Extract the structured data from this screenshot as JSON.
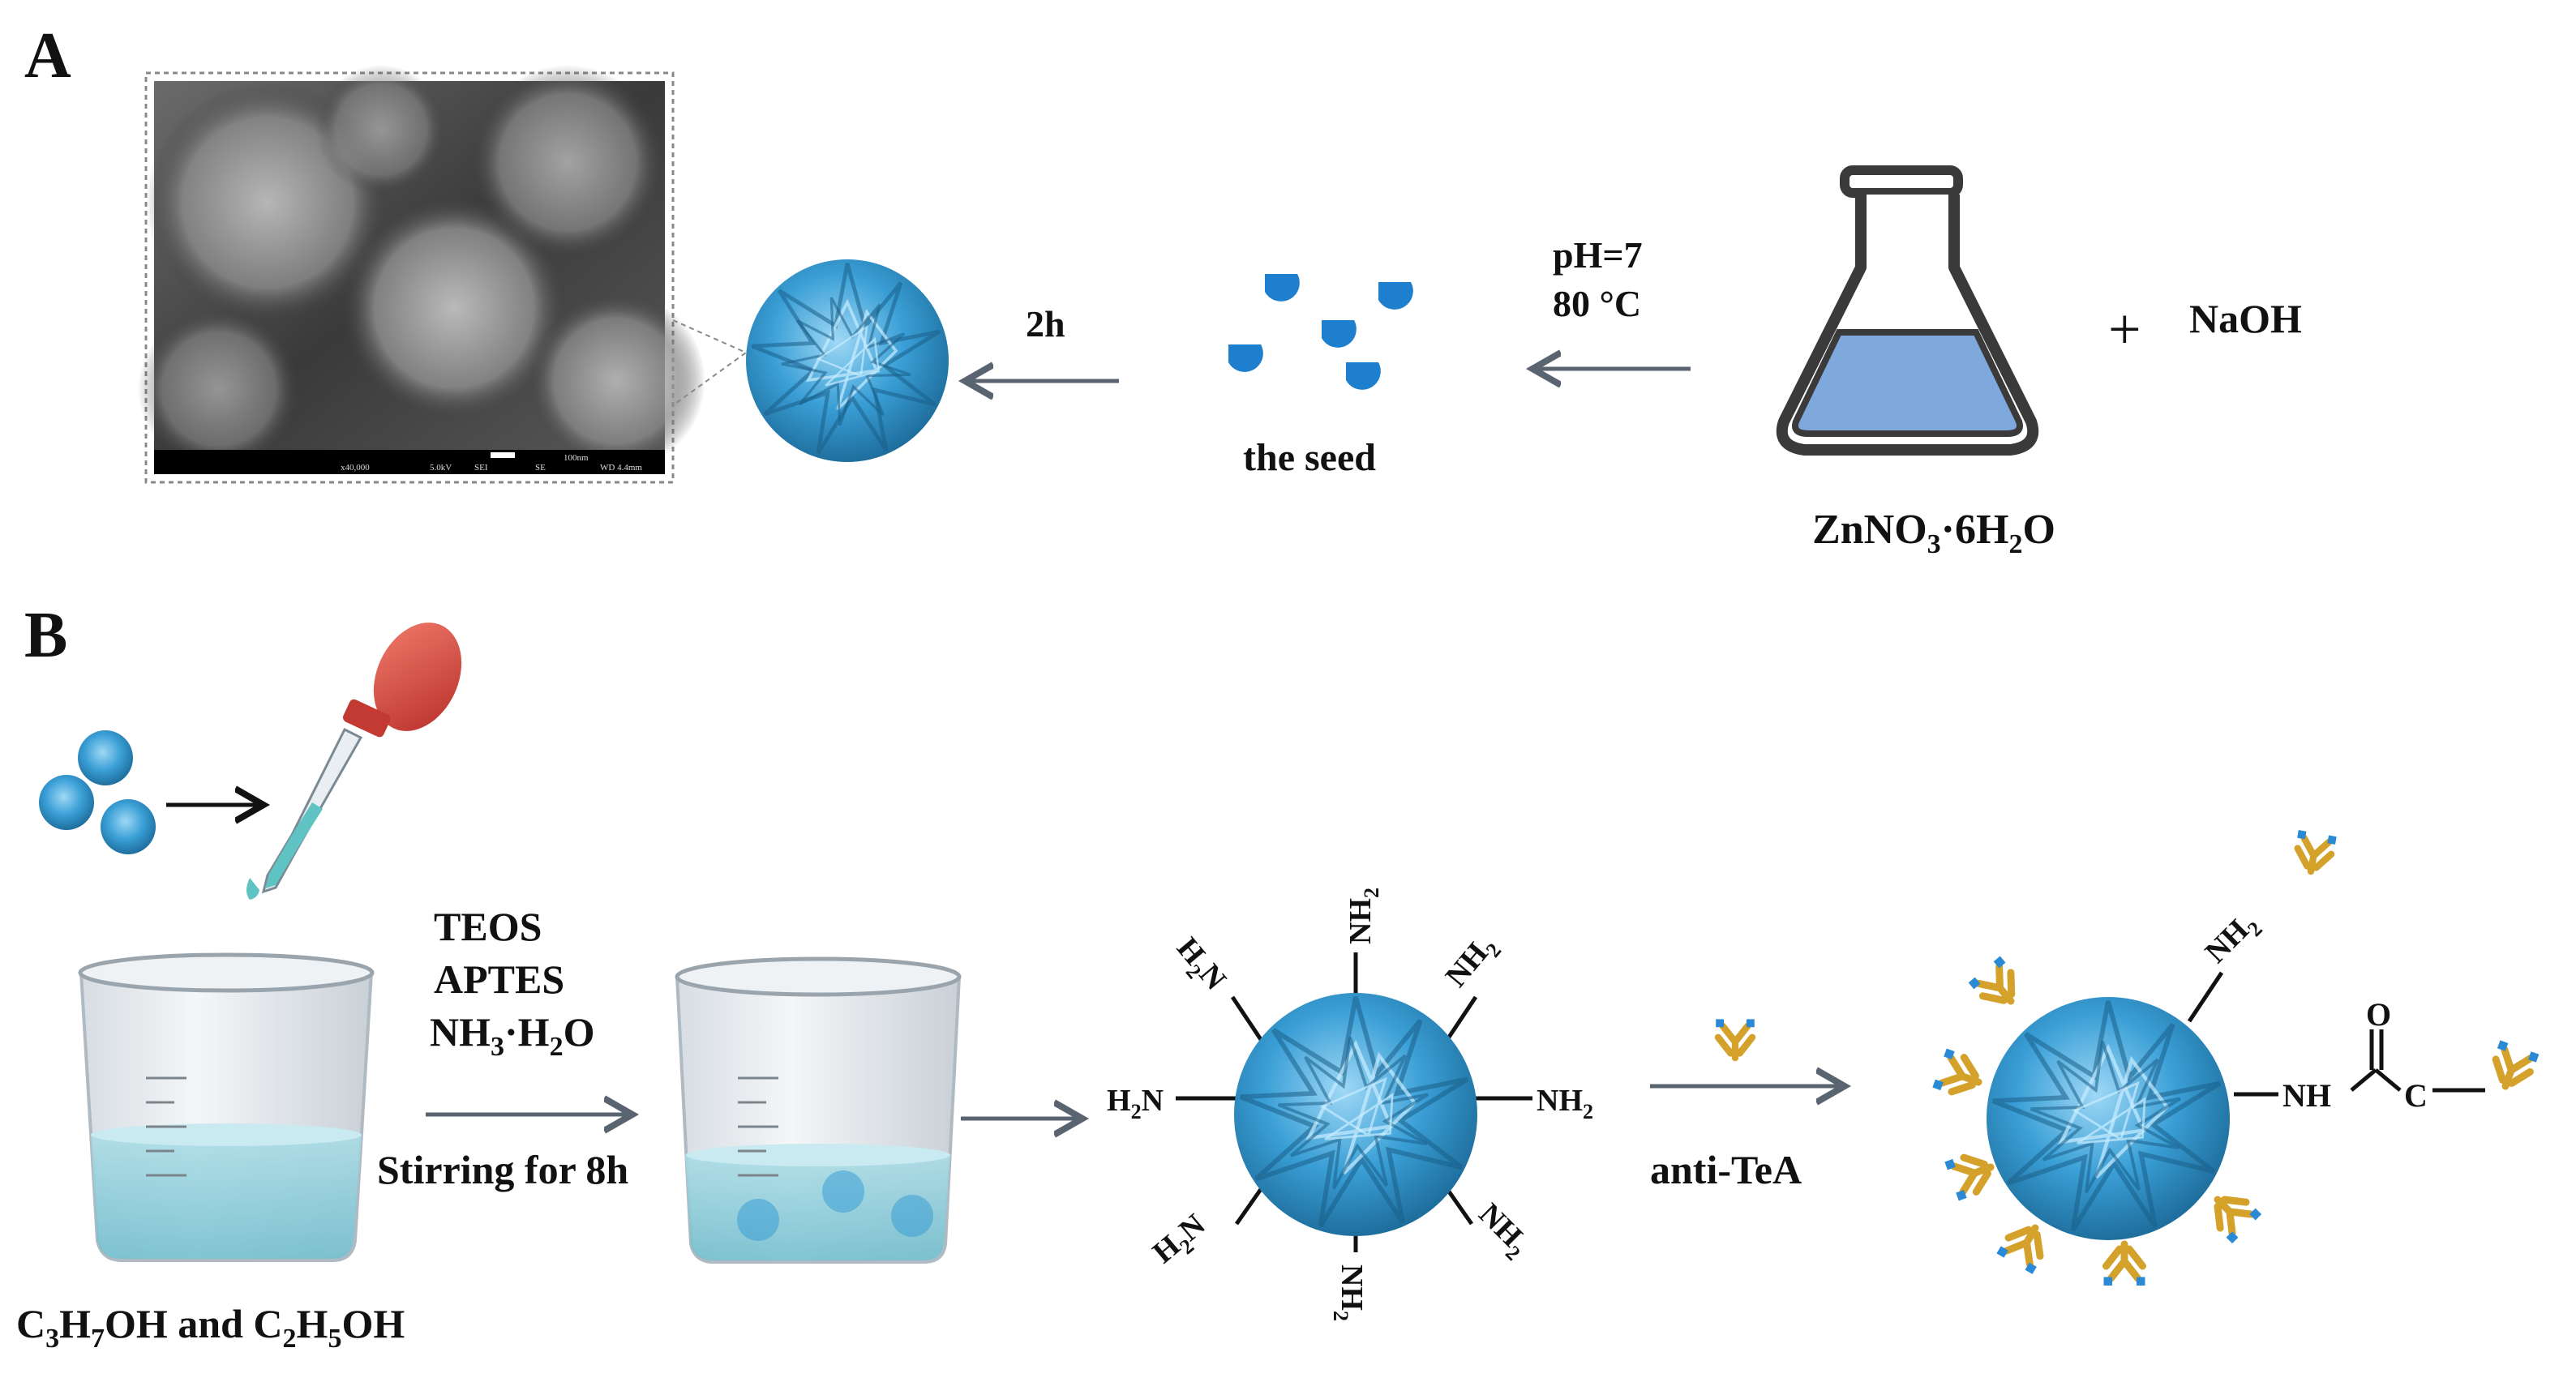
{
  "panel_a": {
    "label": "A",
    "sem_scalebar": {
      "mag": "x40,000",
      "voltage": "5.0kV",
      "detector": "SEI",
      "mode": "SE",
      "scale": "100nm",
      "wd": "WD 4.4mm"
    },
    "step_time": "2h",
    "seed_label": "the seed",
    "condition_ph": "pH=7",
    "condition_temp": "80 °C",
    "plus_sign": "+",
    "reagent_naoh": "NaOH",
    "flask_formula": {
      "pre": "ZnNO",
      "sub1": "3",
      "mid": "·6H",
      "sub2": "2",
      "post": "O"
    }
  },
  "panel_b": {
    "label": "B",
    "reagents": {
      "teos": "TEOS",
      "aptes": "APTES",
      "nh3": {
        "pre": "NH",
        "sub1": "3",
        "mid": "·H",
        "sub2": "2",
        "post": "O"
      }
    },
    "stir_label": "Stirring for 8h",
    "solvents": {
      "a": "C",
      "a_sub": "3",
      "b": "H",
      "b_sub": "7",
      "c": "OH and C",
      "c_sub": "2",
      "d": "H",
      "d_sub": "5",
      "e": "OH"
    },
    "antibody_step": "anti-TeA",
    "amine": {
      "nh": "NH",
      "h": "H",
      "n": "N",
      "sub": "2"
    },
    "conjugate": {
      "nh": "NH",
      "c": "C",
      "o": "O"
    }
  },
  "colors": {
    "flower": "#3a9fd6",
    "flower_dark": "#1f6f9e",
    "seed_drop": "#1f7fcf",
    "flask_liquid": "#7fa8dc",
    "arrow": "#5a6470",
    "antibody": "#d4a12a",
    "antibody_tip": "#2a8ad6",
    "beaker_liquid": "#8ecfdc",
    "dropper_bulb": "#d9443a"
  }
}
